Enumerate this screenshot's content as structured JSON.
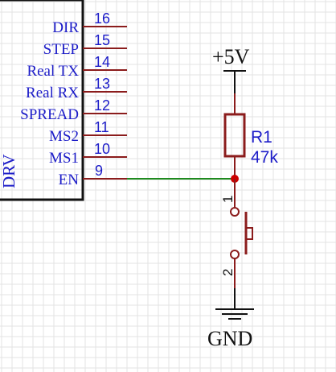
{
  "ic": {
    "name_partial": "DRV",
    "pins": [
      {
        "name": "DIR",
        "number": "16"
      },
      {
        "name": "STEP",
        "number": "15"
      },
      {
        "name": "Real TX",
        "number": "14"
      },
      {
        "name": "Real RX",
        "number": "13"
      },
      {
        "name": "SPREAD",
        "number": "12"
      },
      {
        "name": "MS2",
        "number": "11"
      },
      {
        "name": "MS1",
        "number": "10"
      },
      {
        "name": "EN",
        "number": "9"
      }
    ]
  },
  "power": {
    "label": "+5V"
  },
  "resistor": {
    "ref": "R1",
    "value": "47k"
  },
  "switch": {
    "pin1": "1",
    "pin2": "2"
  },
  "ground": {
    "label": "GND"
  },
  "colors": {
    "grid": "#e3e3e3",
    "component_outline": "#8b1c1c",
    "pin_text": "#1c1cc8",
    "wire": "#1f8a1f",
    "junction": "#cc0000",
    "ic_body": "#111111",
    "power_symbol": "#111111"
  }
}
